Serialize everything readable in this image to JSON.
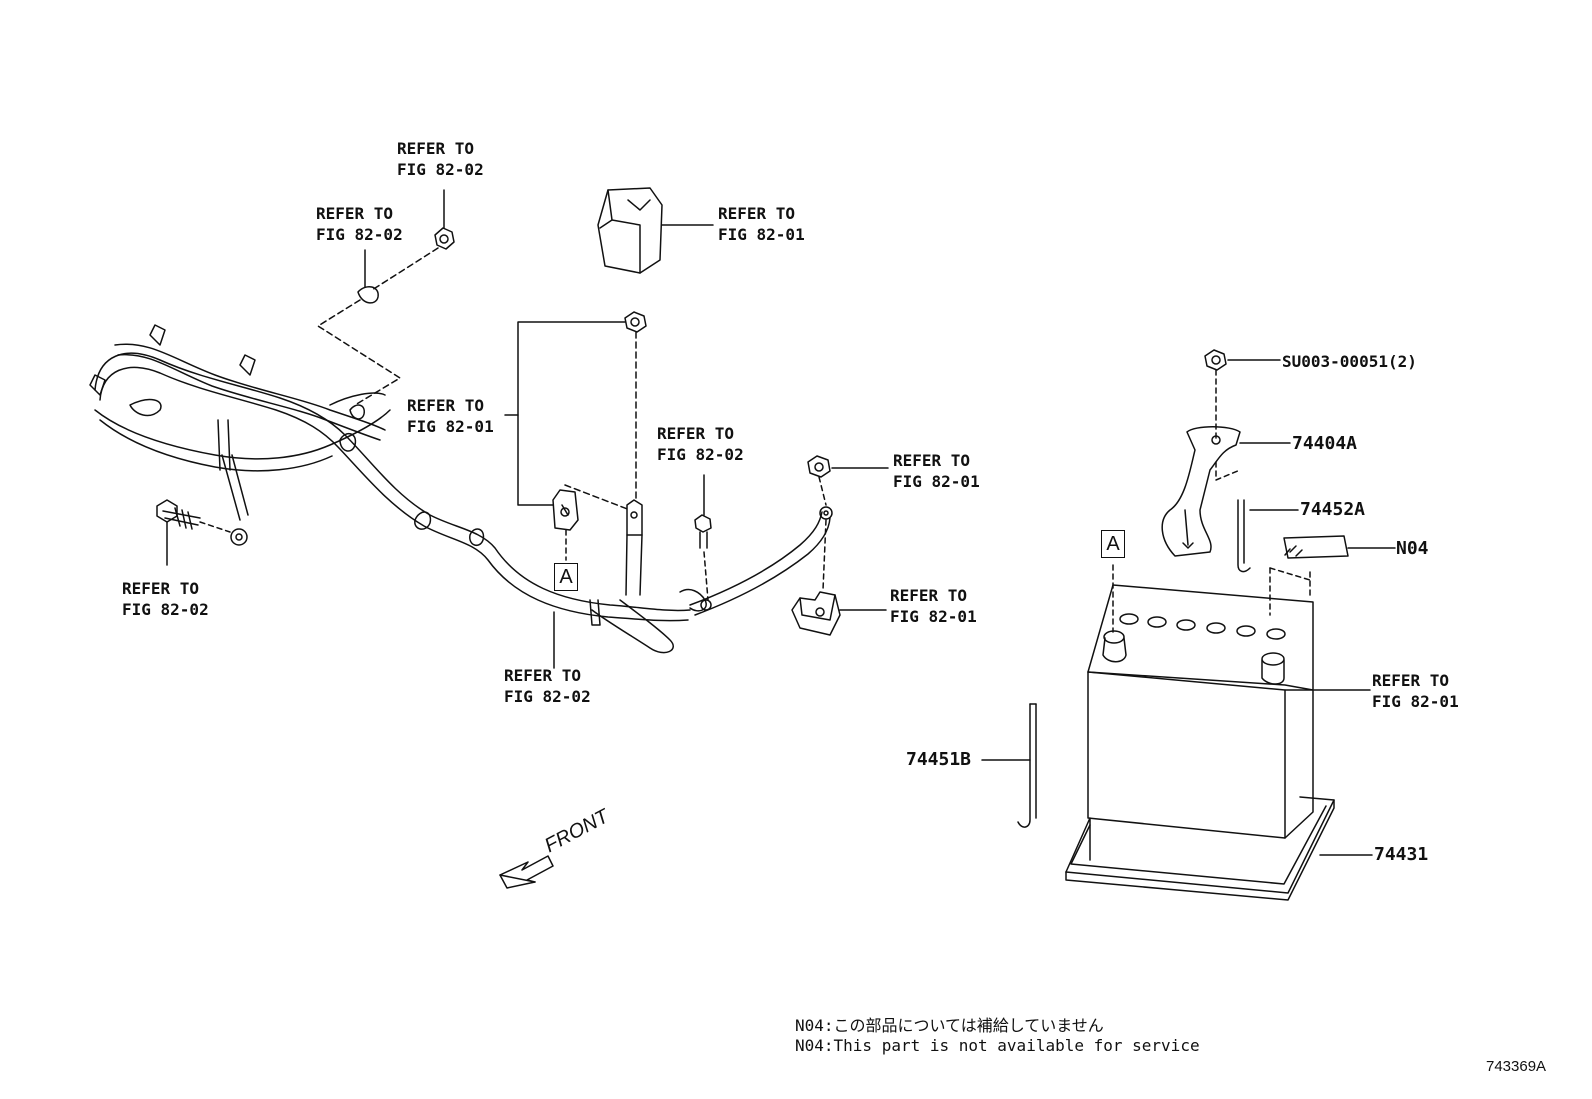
{
  "refer_labels": [
    {
      "line1": "REFER TO",
      "line2": "FIG 82-02"
    },
    {
      "line1": "REFER TO",
      "line2": "FIG 82-02"
    },
    {
      "line1": "REFER TO",
      "line2": "FIG 82-01"
    },
    {
      "line1": "REFER TO",
      "line2": "FIG 82-01"
    },
    {
      "line1": "REFER TO",
      "line2": "FIG 82-02"
    },
    {
      "line1": "REFER TO",
      "line2": "FIG 82-01"
    },
    {
      "line1": "REFER TO",
      "line2": "FIG 82-02"
    },
    {
      "line1": "REFER TO",
      "line2": "FIG 82-01"
    },
    {
      "line1": "REFER TO",
      "line2": "FIG 82-02"
    },
    {
      "line1": "REFER TO",
      "line2": "FIG 82-01"
    }
  ],
  "part_numbers": {
    "nut": "SU003-00051(2)",
    "clamp": "74404A",
    "rod_right": "74452A",
    "label_part": "N04",
    "rod_left": "74451B",
    "tray": "74431"
  },
  "markers": {
    "a_left": "A",
    "a_right": "A"
  },
  "front_label": "FRONT",
  "notes": {
    "jp": "N04:この部品については補給していません",
    "en": "N04:This part is not available for service"
  },
  "figure_id": "743369A"
}
